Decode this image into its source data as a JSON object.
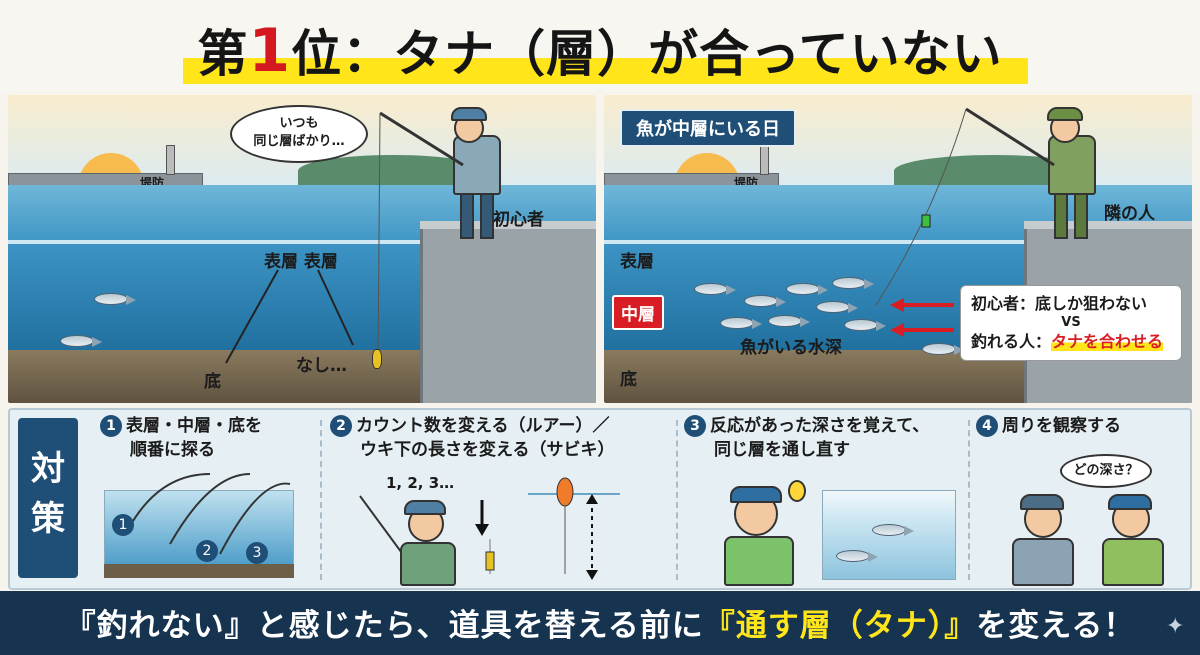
{
  "title": {
    "prefix": "第",
    "rank": "1",
    "suffix": "位：タナ（層）が合っていない"
  },
  "left_panel": {
    "bubble_line1": "いつも",
    "bubble_line2": "同じ層ばかり…",
    "breakwater": "堤防",
    "person": "初心者",
    "surface_labels": "表層 表層",
    "bottom": "底",
    "none": "なし…"
  },
  "right_panel": {
    "header": "魚が中層にいる日",
    "breakwater": "堤防",
    "person": "隣の人",
    "surface": "表層",
    "middle": "中層",
    "bottom": "底",
    "fish_depth": "魚がいる水深",
    "compare_line1": "初心者：底しか狙わない",
    "compare_vs": "VS",
    "compare_line2_prefix": "釣れる人：",
    "compare_line2_highlight": "タナを合わせる"
  },
  "counter": {
    "label": "対策",
    "steps": [
      {
        "num": "1",
        "line1": "表層・中層・底を",
        "line2": "順番に探る",
        "markers": [
          "1",
          "2",
          "3"
        ]
      },
      {
        "num": "2",
        "line1": "カウント数を変える（ルアー）／",
        "line2": "ウキ下の長さを変える（サビキ）",
        "count": "1, 2, 3…"
      },
      {
        "num": "3",
        "line1": "反応があった深さを覚えて、",
        "line2": "同じ層を通し直す"
      },
      {
        "num": "4",
        "line1": "周りを観察する",
        "line2": "",
        "bubble": "どの深さ？"
      }
    ]
  },
  "footer": {
    "part1": "『釣れない』と感じたら、道具を替える前に",
    "part2": "『通す層（タナ）』",
    "part3": "を変える！"
  },
  "colors": {
    "accent_red": "#d81e24",
    "highlight_yellow": "#ffe51a",
    "navy": "#1f4f77",
    "footer_bg": "#16334f"
  }
}
